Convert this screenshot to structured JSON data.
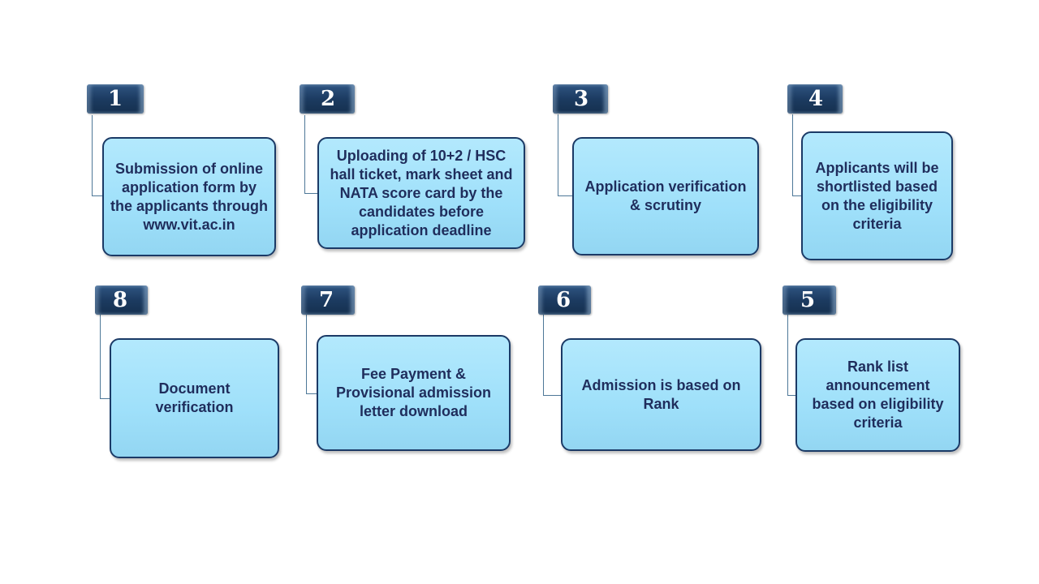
{
  "steps": [
    {
      "number": "1",
      "text": "Submission of online application form by the applicants through www.vit.ac.in"
    },
    {
      "number": "2",
      "text": "Uploading of 10+2 / HSC hall ticket, mark sheet and NATA score card by the candidates before application deadline"
    },
    {
      "number": "3",
      "text": "Application verification & scrutiny"
    },
    {
      "number": "4",
      "text": "Applicants will be shortlisted based on the eligibility criteria"
    },
    {
      "number": "5",
      "text": "Rank list announcement based on eligibility criteria"
    },
    {
      "number": "6",
      "text": "Admission is based on Rank"
    },
    {
      "number": "7",
      "text": "Fee Payment & Provisional admission letter download"
    },
    {
      "number": "8",
      "text": "Document verification"
    }
  ]
}
